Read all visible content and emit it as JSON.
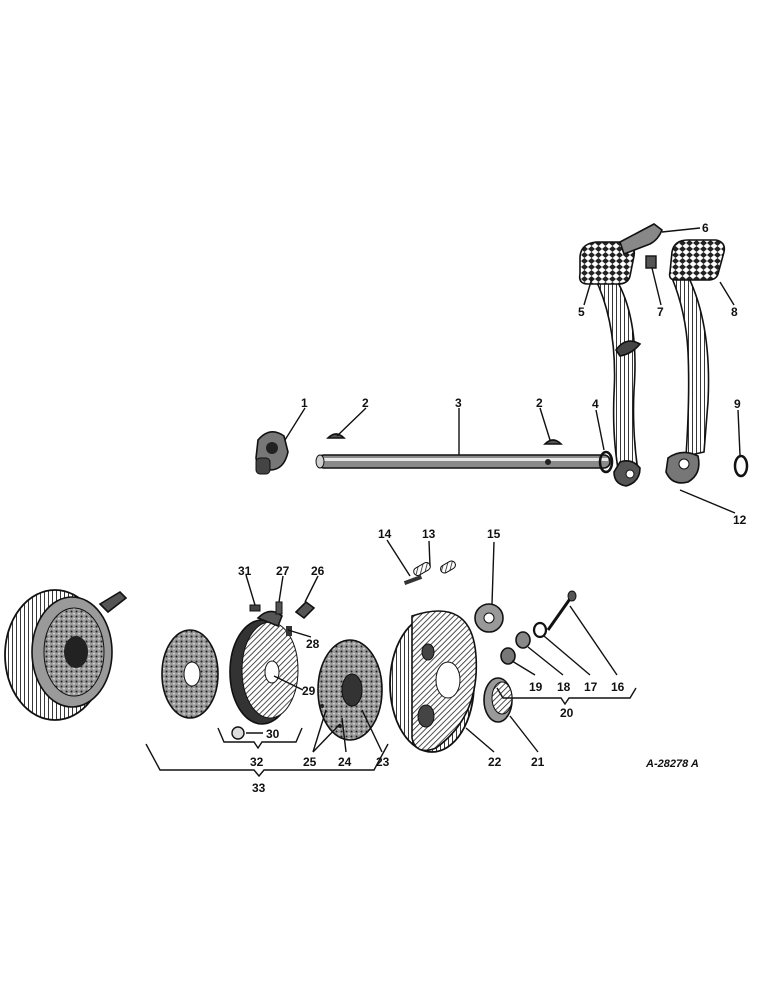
{
  "figure_id": "A-28278 A",
  "colors": {
    "ink": "#111111",
    "paper": "#ffffff"
  },
  "labels": {
    "l1": "1",
    "l2a": "2",
    "l2b": "2",
    "l3": "3",
    "l4": "4",
    "l5": "5",
    "l6": "6",
    "l7": "7",
    "l8": "8",
    "l9": "9",
    "l12": "12",
    "l13": "13",
    "l14": "14",
    "l15": "15",
    "l16": "16",
    "l17": "17",
    "l18": "18",
    "l19": "19",
    "l20": "20",
    "l21": "21",
    "l22": "22",
    "l23": "23",
    "l24": "24",
    "l25": "25",
    "l26": "26",
    "l27": "27",
    "l28": "28",
    "l29": "29",
    "l30": "30",
    "l31": "31",
    "l32": "32",
    "l33": "33"
  }
}
